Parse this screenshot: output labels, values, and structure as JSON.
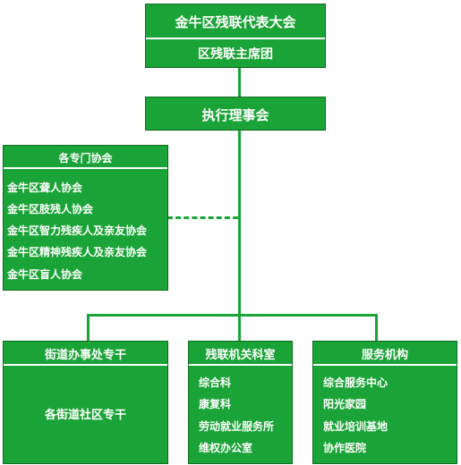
{
  "congress": {
    "title": "金牛区残联代表大会",
    "subtitle": "区残联主席团"
  },
  "council": {
    "title": "执行理事会"
  },
  "associations": {
    "title": "各专门协会",
    "items": [
      "金牛区聋人协会",
      "金牛区肢残人协会",
      "金牛区智力残疾人及亲友协会",
      "金牛区精神残疾人及亲友协会",
      "金牛区盲人协会"
    ]
  },
  "street": {
    "title": "街道办事处专干",
    "content": "各街道社区专干"
  },
  "offices": {
    "title": "残联机关科室",
    "items": [
      "综合科",
      "康复科",
      "劳动就业服务所",
      "维权办公室"
    ]
  },
  "services": {
    "title": "服务机构",
    "items": [
      "综合服务中心",
      "阳光家园",
      "就业培训基地",
      "协作医院"
    ]
  }
}
